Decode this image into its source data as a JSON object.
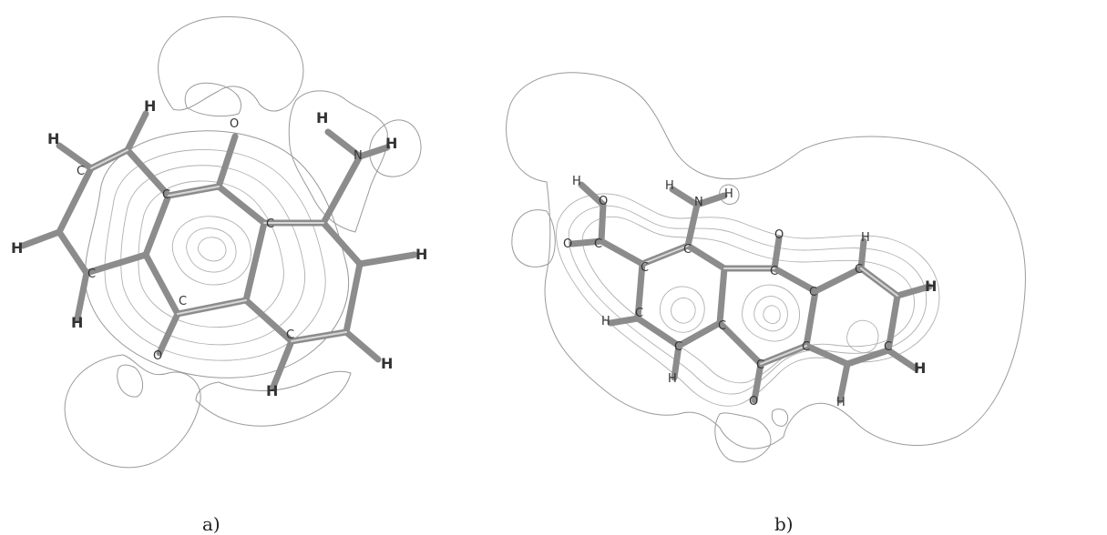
{
  "panels": [
    {
      "label": "a)",
      "atoms": {
        "h_top": "H",
        "o_top": "O",
        "h_nh2_left": "H",
        "n": "N",
        "h_nh2_right": "H",
        "h_upper_left": "H",
        "c_upper_left": "C",
        "c_center_top": "C",
        "c_center": "C",
        "h_left": "H",
        "c_left": "C",
        "c_center_bottom": "C",
        "h_right": "H",
        "h_lower_left": "H",
        "o_bottom": "O",
        "c_lower_right": "C",
        "h_lower_right": "H",
        "h_bottom": "H"
      }
    },
    {
      "label": "b)",
      "atoms": {
        "h_oh": "H",
        "o_oh": "O",
        "o_carbonyl": "O",
        "h_nh2_left": "H",
        "n": "N",
        "h_nh2_right": "H",
        "c_cooh": "C",
        "c_ring1_top": "C",
        "c_ring1_left": "C",
        "o_top": "O",
        "c_quinone_top": "C",
        "h_ring3_top": "H",
        "c_ring3_a": "C",
        "c_ring3_b": "C",
        "h_ring3_right": "H",
        "h_ring1_left": "H",
        "c_ring1_lowleft": "C",
        "c_ring1_bottom": "C",
        "c_center_bottom": "C",
        "c_ring3_c": "C",
        "c_ring3_d": "C",
        "h_ring1_bottom": "H",
        "c_quinone_bottom": "C",
        "o_bottom": "O",
        "h_ring3_bottom": "H",
        "h_ring3_lowright": "H"
      }
    }
  ]
}
